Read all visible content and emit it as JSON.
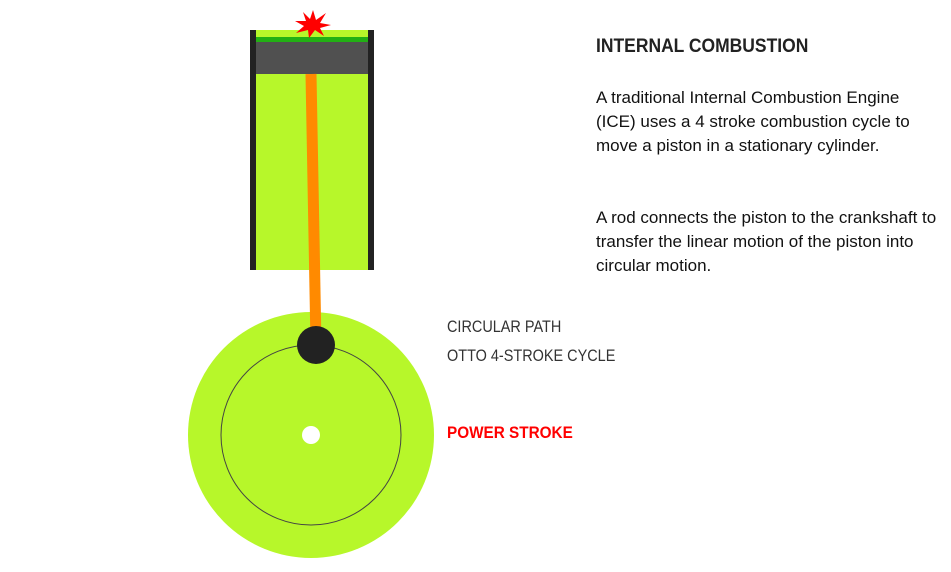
{
  "title": "INTERNAL COMBUSTION",
  "paragraphs": [
    "A traditional Internal Combustion Engine (ICE) uses a 4 stroke combustion cycle to move a piston in a stationary cylinder.",
    "A rod connects the piston to the crankshaft to transfer the linear motion of the piston into circular motion."
  ],
  "labels": {
    "path": "CIRCULAR PATH",
    "cycle": "OTTO 4-STROKE CYCLE",
    "stroke": "POWER STROKE"
  },
  "colors": {
    "cylinder_fill": "#b7f72a",
    "wall": "#222222",
    "piston": "#505050",
    "rod": "#ff8a00",
    "spark": "#ff0000",
    "stroke_label": "#ff0000"
  }
}
